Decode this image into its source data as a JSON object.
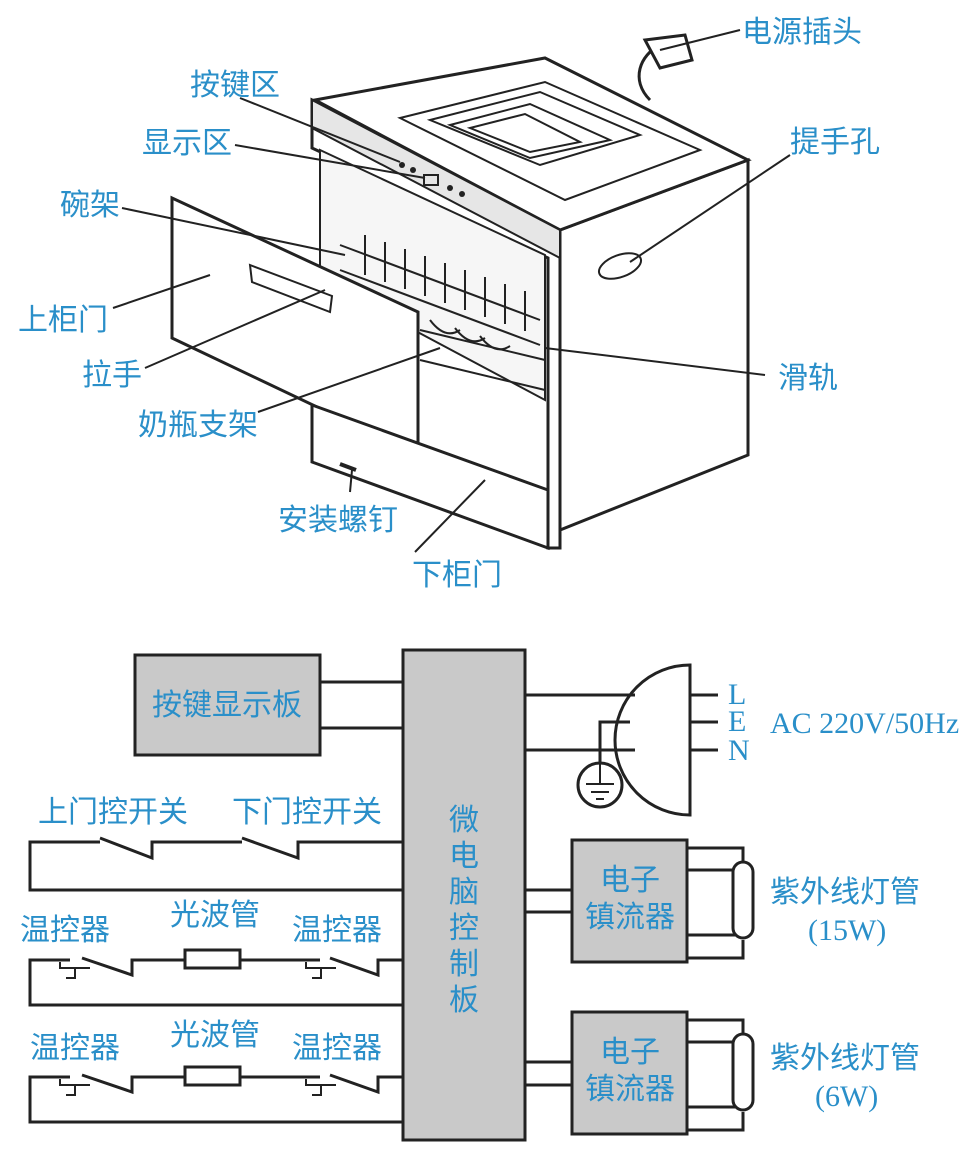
{
  "appliance": {
    "labels": {
      "power_plug": "电源插头",
      "keypad_area": "按键区",
      "display_area": "显示区",
      "bowl_rack": "碗架",
      "handle_hole": "提手孔",
      "upper_door": "上柜门",
      "handle": "拉手",
      "slide_rail": "滑轨",
      "bottle_rack": "奶瓶支架",
      "install_screw": "安装螺钉",
      "lower_door": "下柜门"
    }
  },
  "circuit": {
    "key_display_board": "按键显示板",
    "controller": [
      "微",
      "电",
      "脑",
      "控",
      "制",
      "板"
    ],
    "upper_door_switch": "上门控开关",
    "lower_door_switch": "下门控开关",
    "row1": {
      "left": "温控器",
      "mid": "光波管",
      "right": "温控器"
    },
    "row2": {
      "left": "温控器",
      "mid": "光波管",
      "right": "温控器"
    },
    "ballast1": [
      "电子",
      "镇流器"
    ],
    "ballast2": [
      "电子",
      "镇流器"
    ],
    "uv_lamp1": {
      "name": "紫外线灯管",
      "power": "(15W)"
    },
    "uv_lamp2": {
      "name": "紫外线灯管",
      "power": "(6W)"
    },
    "plug_pins": [
      "L",
      "E",
      "N"
    ],
    "supply": "AC 220V/50Hz"
  },
  "colors": {
    "label": "#2a8fc9",
    "box_fill": "#c9c9c9",
    "stroke": "#222222"
  }
}
